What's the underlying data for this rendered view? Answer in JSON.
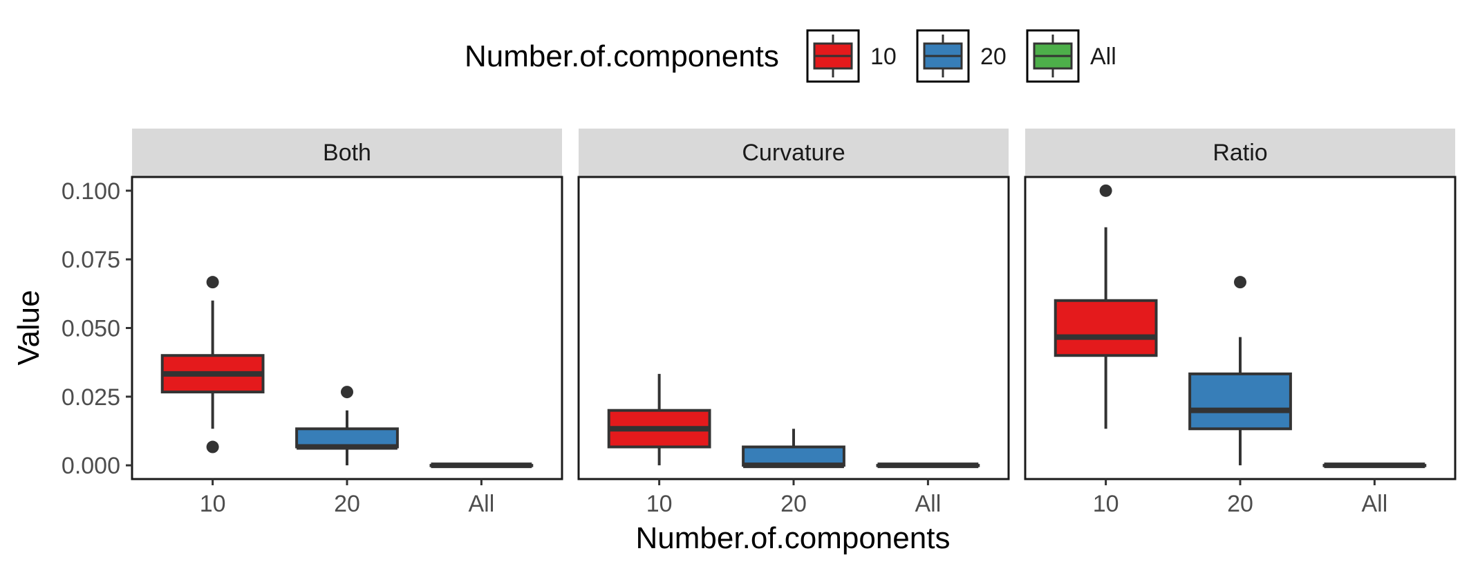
{
  "chart_data": {
    "type": "box",
    "legend": {
      "title": "Number.of.components",
      "position": "top",
      "entries": [
        {
          "label": "10",
          "color": "#E41A1C"
        },
        {
          "label": "20",
          "color": "#377EB8"
        },
        {
          "label": "All",
          "color": "#4DAF4A"
        }
      ]
    },
    "xlabel": "Number.of.components",
    "ylabel": "Value",
    "ylim": [
      -0.005,
      0.105
    ],
    "yticks": [
      0.0,
      0.025,
      0.05,
      0.075,
      0.1
    ],
    "ytick_labels": [
      "0.000",
      "0.025",
      "0.050",
      "0.075",
      "0.100"
    ],
    "categories": [
      "10",
      "20",
      "All"
    ],
    "grid": false,
    "panels": [
      {
        "title": "Both",
        "boxes": [
          {
            "category": "10",
            "lower_whisker": 0.0133,
            "q1": 0.0267,
            "median": 0.0333,
            "q3": 0.04,
            "upper_whisker": 0.06,
            "outliers": [
              0.0667,
              0.0067
            ]
          },
          {
            "category": "20",
            "lower_whisker": 0.0,
            "q1": 0.0067,
            "median": 0.0067,
            "q3": 0.0133,
            "upper_whisker": 0.02,
            "outliers": [
              0.0267
            ]
          },
          {
            "category": "All",
            "lower_whisker": 0.0,
            "q1": 0.0,
            "median": 0.0,
            "q3": 0.0,
            "upper_whisker": 0.0,
            "outliers": []
          }
        ]
      },
      {
        "title": "Curvature",
        "boxes": [
          {
            "category": "10",
            "lower_whisker": 0.0,
            "q1": 0.0067,
            "median": 0.0133,
            "q3": 0.02,
            "upper_whisker": 0.0333,
            "outliers": []
          },
          {
            "category": "20",
            "lower_whisker": 0.0,
            "q1": 0.0,
            "median": 0.0,
            "q3": 0.0067,
            "upper_whisker": 0.0133,
            "outliers": []
          },
          {
            "category": "All",
            "lower_whisker": 0.0,
            "q1": 0.0,
            "median": 0.0,
            "q3": 0.0,
            "upper_whisker": 0.0,
            "outliers": []
          }
        ]
      },
      {
        "title": "Ratio",
        "boxes": [
          {
            "category": "10",
            "lower_whisker": 0.0133,
            "q1": 0.04,
            "median": 0.0467,
            "q3": 0.06,
            "upper_whisker": 0.0867,
            "outliers": [
              0.1
            ]
          },
          {
            "category": "20",
            "lower_whisker": 0.0,
            "q1": 0.0133,
            "median": 0.02,
            "q3": 0.0333,
            "upper_whisker": 0.0467,
            "outliers": [
              0.0667
            ]
          },
          {
            "category": "All",
            "lower_whisker": 0.0,
            "q1": 0.0,
            "median": 0.0,
            "q3": 0.0,
            "upper_whisker": 0.0,
            "outliers": []
          }
        ]
      }
    ]
  }
}
